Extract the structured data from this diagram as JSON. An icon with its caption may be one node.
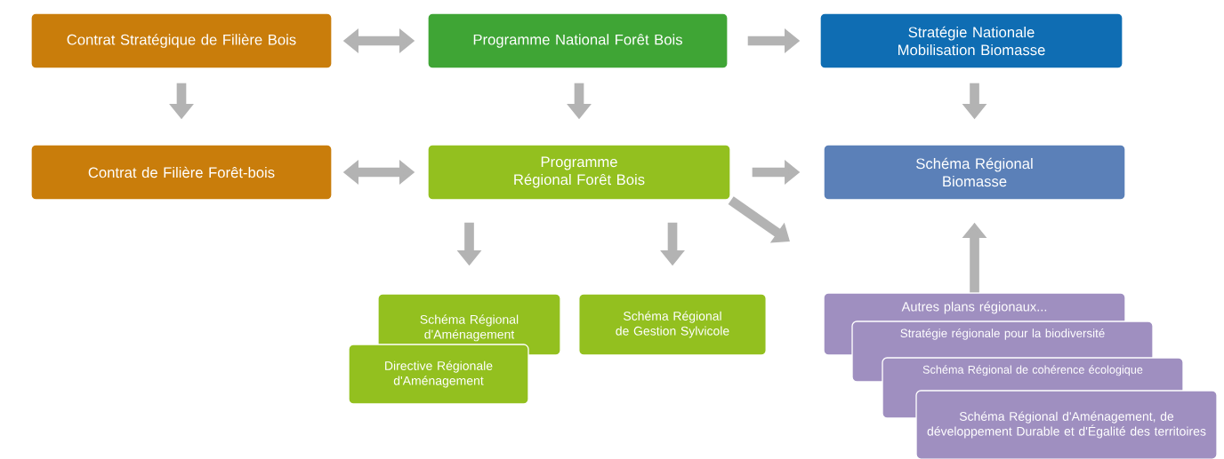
{
  "diagram": {
    "nodes": [
      {
        "text": [
          "Contrat Stratégique de Filière Bois"
        ]
      },
      {
        "text": [
          "Programme National Forêt Bois"
        ]
      },
      {
        "text": [
          "Stratégie Nationale Mobilisation Biomasse"
        ]
      },
      {
        "text": [
          "Contrat de Filière Forêt-bois"
        ]
      },
      {
        "text": [
          "Programme Régional Forêt Bois"
        ]
      },
      {
        "text": [
          "Schéma Régional Biomasse"
        ]
      },
      {
        "text": [
          "Schéma Régional d'Aménagement"
        ]
      },
      {
        "text": [
          "Directive Régionale d'Aménagement"
        ]
      },
      {
        "text": [
          "Schéma Régional de Gestion Sylvicole"
        ]
      },
      {
        "text": [
          "Autres plans régionaux..."
        ]
      },
      {
        "text": [
          "Stratégie régionale pour la biodiversité"
        ]
      },
      {
        "text": [
          "Schéma Régional de cohérence écologique"
        ]
      },
      {
        "text": [
          "Schéma Régional d'Aménagement, de développement Durable et d'Égalité des territoires"
        ]
      }
    ],
    "edges": [
      {
        "from": 0,
        "to": 1,
        "arrow": "both"
      },
      {
        "from": 1,
        "to": 2,
        "arrow": "to"
      },
      {
        "from": 0,
        "to": 3,
        "arrow": "to"
      },
      {
        "from": 1,
        "to": 4,
        "arrow": "to"
      },
      {
        "from": 2,
        "to": 5,
        "arrow": "to"
      },
      {
        "from": 3,
        "to": 4,
        "arrow": "both"
      },
      {
        "from": 4,
        "to": 5,
        "arrow": "to"
      },
      {
        "from": 4,
        "to": null,
        "arrow": "to"
      },
      {
        "from": 4,
        "to": 6,
        "arrow": "to"
      },
      {
        "from": 4,
        "to": 8,
        "arrow": "to"
      },
      {
        "from": 9,
        "to": 5,
        "arrow": "to"
      }
    ]
  }
}
